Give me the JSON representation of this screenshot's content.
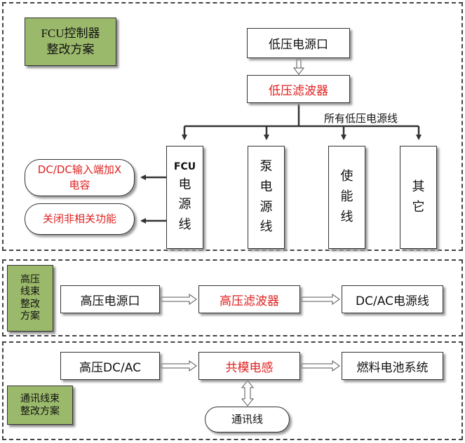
{
  "colors": {
    "section_label_fill": "#9bb96b",
    "highlight_text": "#e02020",
    "line": "#333333"
  },
  "fcu": {
    "section_label": "FCU控制器\n整改方案",
    "lv_port": "低压电源口",
    "lv_filter": "低压滤波器",
    "all_lines_label": "所有低压电源线",
    "targets": {
      "fcu_power": {
        "line1": "FCU",
        "chars": [
          "电",
          "源",
          "线"
        ]
      },
      "pump": {
        "chars": [
          "泵",
          "电",
          "源",
          "线"
        ]
      },
      "enable": {
        "chars": [
          "使",
          "能",
          "线"
        ]
      },
      "other": {
        "chars": [
          "其",
          "它"
        ]
      }
    },
    "actions": {
      "dcdc_cap": "DC/DC输入端加X\n电容",
      "close_unrelated": "关闭非相关功能"
    }
  },
  "hv": {
    "section_label": "高压\n线束\n整改\n方案",
    "port": "高压电源口",
    "filter": "高压滤波器",
    "out": "DC/AC电源线"
  },
  "comm": {
    "section_label": "通讯线束\n整改方案",
    "hv_dcac": "高压DC/AC",
    "choke": "共模电感",
    "fuel_cell": "燃料电池系统",
    "comm_line": "通讯线"
  }
}
